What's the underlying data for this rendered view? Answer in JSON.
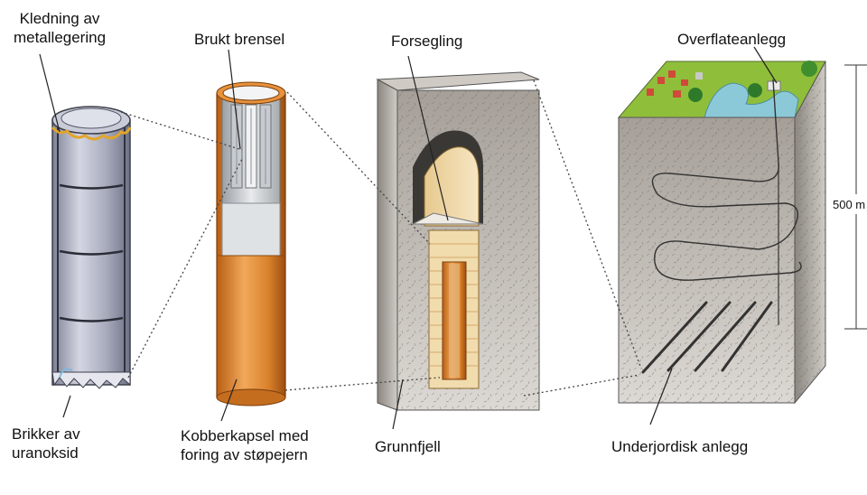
{
  "labels": {
    "cladding": [
      "Kledning av",
      "metallegering"
    ],
    "fuel": "Brukt brensel",
    "sealing": "Forsegling",
    "surface": "Overflateanlegg",
    "pellets": [
      "Brikker av",
      "uranoksid"
    ],
    "canister": [
      "Kobberkapsel med",
      "foring av støpejern"
    ],
    "bedrock": "Grunnfjell",
    "underground": "Underjordisk anlegg",
    "depth": "500 m"
  },
  "colors": {
    "copper": "#d9822b",
    "steel": "#b9bccb",
    "rock": "#b8b2aa",
    "water": "#8cc9d8",
    "grass": "#8fbf3a"
  }
}
